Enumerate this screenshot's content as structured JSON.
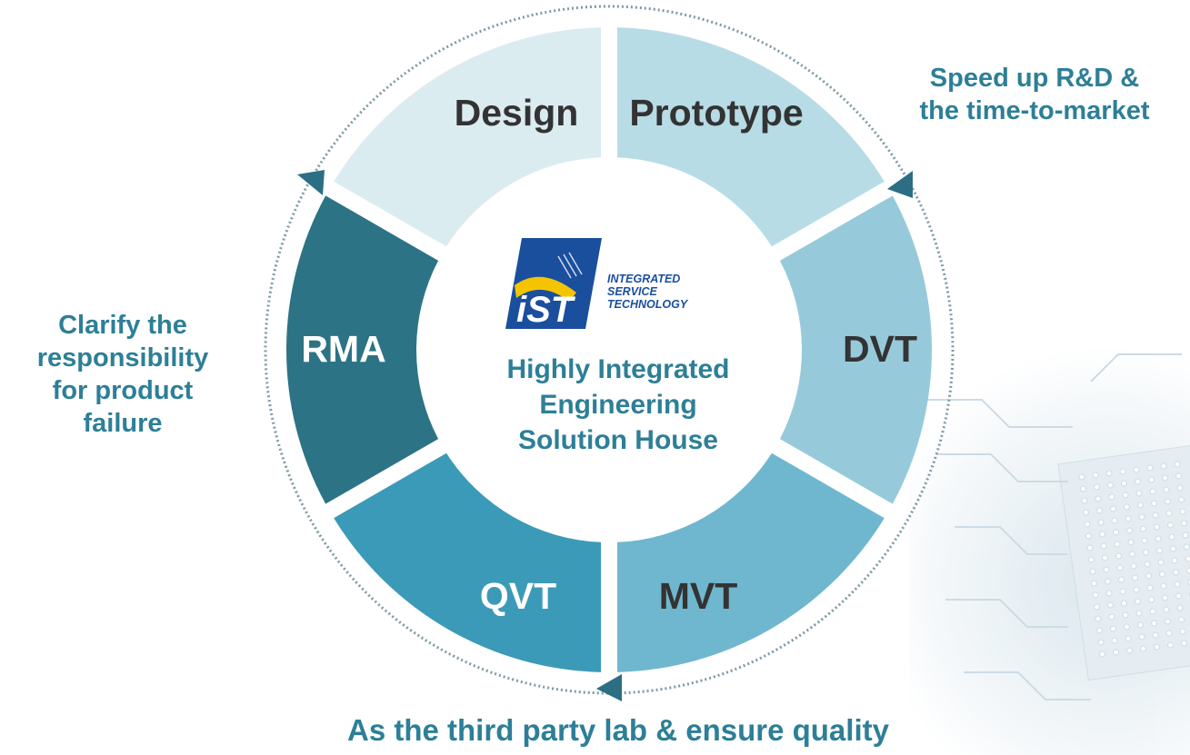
{
  "colors": {
    "accent_text": "#2d7f97",
    "stage_label": "#333333",
    "stage_label_light": "#ffffff",
    "arrow": "#2c6e83",
    "logo_blue": "#1a4f9e",
    "logo_yellow": "#f5c400"
  },
  "stages": [
    {
      "id": "design",
      "label": "Design",
      "color": "#dbecf1",
      "text_color": "#333333"
    },
    {
      "id": "prototype",
      "label": "Prototype",
      "color": "#b7dce6",
      "text_color": "#333333"
    },
    {
      "id": "dvt",
      "label": "DVT",
      "color": "#96cadb",
      "text_color": "#333333"
    },
    {
      "id": "mvt",
      "label": "MVT",
      "color": "#6fb7cf",
      "text_color": "#333333"
    },
    {
      "id": "qvt",
      "label": "QVT",
      "color": "#3b9ab7",
      "text_color": "#ffffff"
    },
    {
      "id": "rma",
      "label": "RMA",
      "color": "#2c7386",
      "text_color": "#ffffff"
    }
  ],
  "center": {
    "text": "Highly Integrated\nEngineering\nSolution House",
    "logo_mark": "iST",
    "logo_words": "INTEGRATED\nSERVICE\nTECHNOLOGY"
  },
  "notes": {
    "top_right": "Speed up R&D &\nthe time-to-market",
    "left": "Clarify the\nresponsibility\nfor product\nfailure",
    "bottom": "As the third party lab & ensure quality"
  },
  "icons": [
    "dotted-circle-arrow",
    "ist-logo",
    "circuit-board-background"
  ]
}
